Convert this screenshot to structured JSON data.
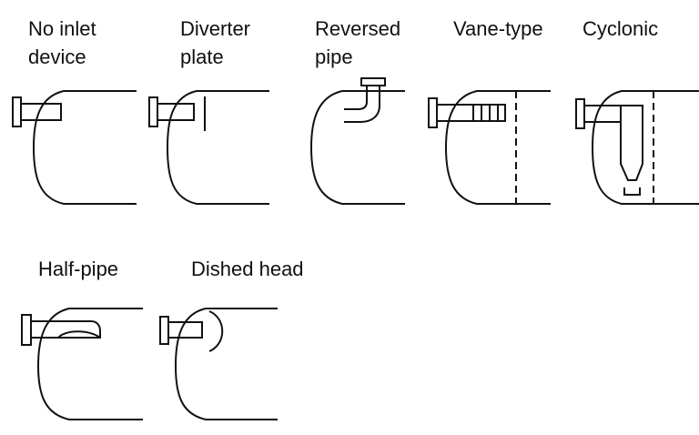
{
  "devices": [
    {
      "id": "no-inlet-device",
      "label_lines": [
        "No inlet",
        "device"
      ]
    },
    {
      "id": "diverter-plate",
      "label_lines": [
        "Diverter",
        "plate"
      ]
    },
    {
      "id": "reversed-pipe",
      "label_lines": [
        "Reversed",
        "pipe"
      ]
    },
    {
      "id": "vane-type",
      "label_lines": [
        "Vane-type"
      ]
    },
    {
      "id": "cyclonic",
      "label_lines": [
        "Cyclonic"
      ]
    },
    {
      "id": "half-pipe",
      "label_lines": [
        "Half-pipe"
      ]
    },
    {
      "id": "dished-head",
      "label_lines": [
        "Dished head"
      ]
    }
  ],
  "colors": {
    "ink": "#111111",
    "background": "#ffffff"
  }
}
